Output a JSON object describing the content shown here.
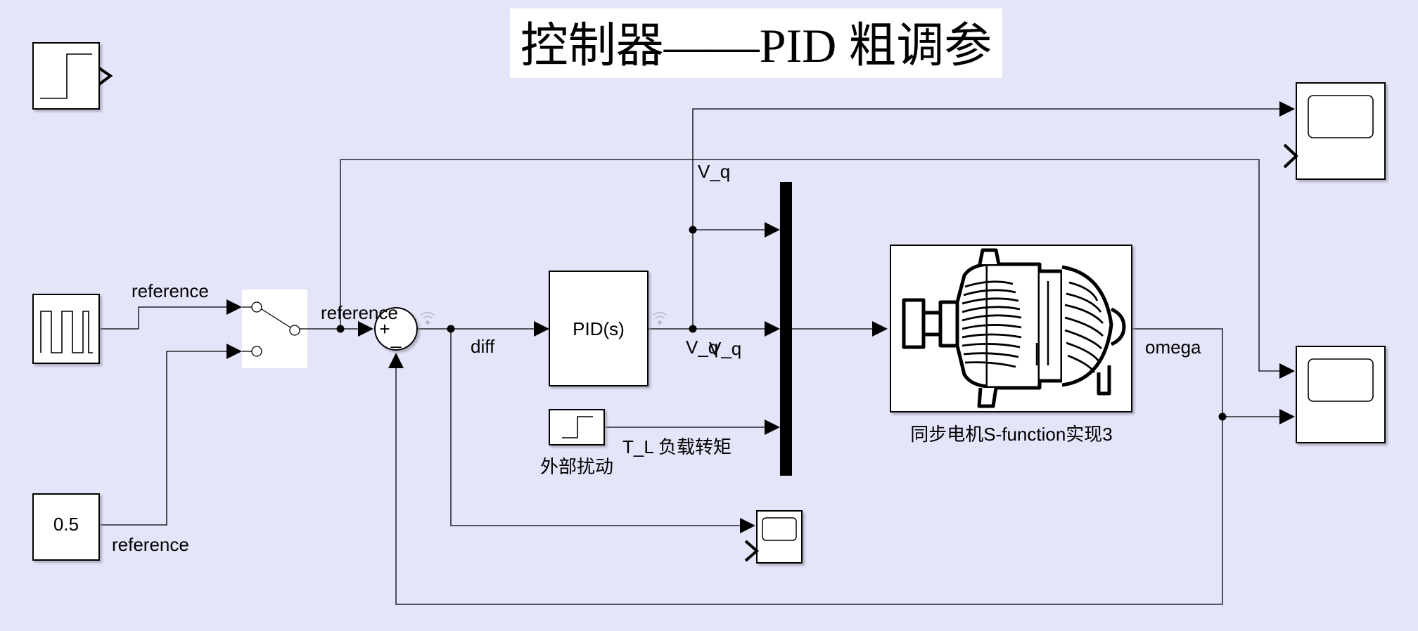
{
  "title": "控制器——PID 粗调参",
  "blocks": {
    "constant_value": "0.5",
    "pid_label": "PID(s)",
    "motor_name": "同步电机S-function实现3",
    "disturbance_name": "外部扰动",
    "sum_signs": [
      "+",
      "_"
    ]
  },
  "signals": {
    "reference_pulse": "reference",
    "reference_sum": "reference",
    "reference_constant": "reference",
    "diff": "diff",
    "vq_top": "V_q",
    "vq_mid": "V_q",
    "vq_overlap": "V_q",
    "torque_load": "T_L 负载转矩",
    "omega": "omega"
  },
  "colors": {
    "canvas_background": "#e5e5fa",
    "block_fill": "#ffffff",
    "line": "#000000"
  }
}
